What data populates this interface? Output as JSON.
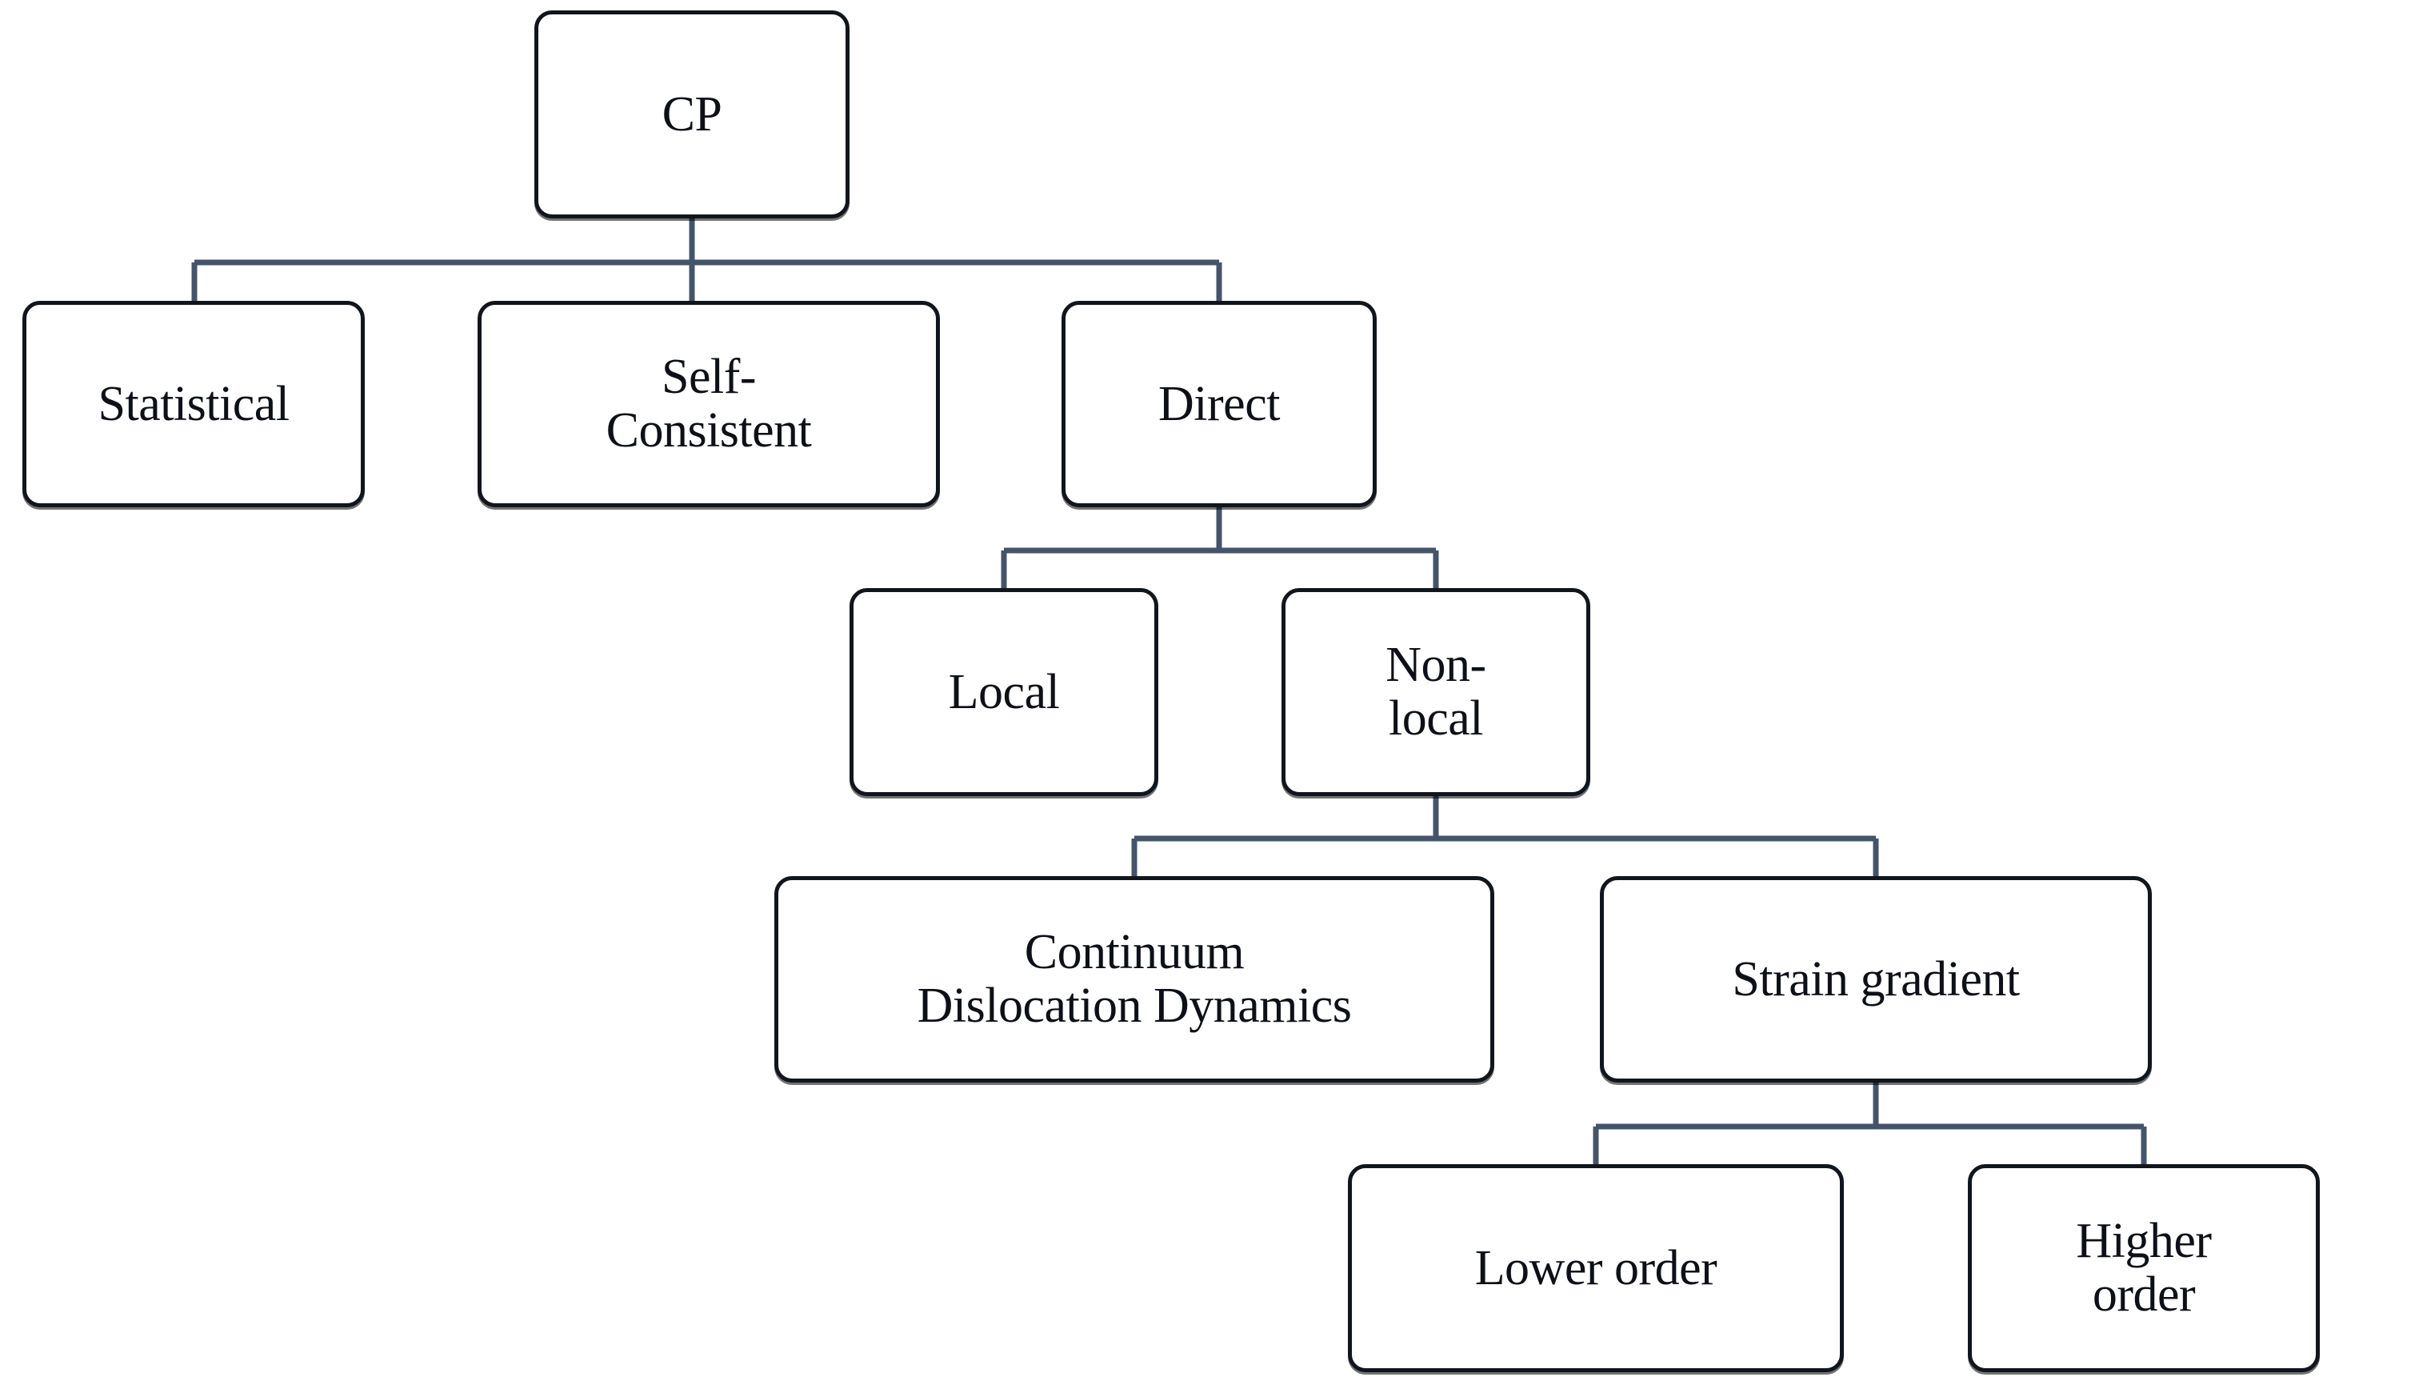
{
  "diagram": {
    "type": "hierarchy-tree",
    "title": "CP",
    "line_color": "#44546a",
    "node_border_color": "#11161d",
    "node_fill_color": "#ffffff",
    "text_color": "#0d1117",
    "background_color": "#ffffff"
  },
  "nodes": {
    "cp": {
      "label": "CP",
      "level": 0
    },
    "statistical": {
      "label": "Statistical",
      "level": 1
    },
    "self_consistent": {
      "label": "Self-\nConsistent",
      "level": 1
    },
    "direct": {
      "label": "Direct",
      "level": 1
    },
    "local": {
      "label": "Local",
      "level": 2
    },
    "nonlocal": {
      "label": "Non-\nlocal",
      "level": 2
    },
    "continuum_dislocation_dynamics": {
      "label": "Continuum\nDislocation Dynamics",
      "level": 3
    },
    "strain_gradient": {
      "label": "Strain gradient",
      "level": 3
    },
    "lower_order": {
      "label": "Lower order",
      "level": 4
    },
    "higher_order": {
      "label": "Higher\norder",
      "level": 4
    }
  },
  "edges": [
    {
      "from": "cp",
      "to": "statistical"
    },
    {
      "from": "cp",
      "to": "self_consistent"
    },
    {
      "from": "cp",
      "to": "direct"
    },
    {
      "from": "direct",
      "to": "local"
    },
    {
      "from": "direct",
      "to": "nonlocal"
    },
    {
      "from": "nonlocal",
      "to": "continuum_dislocation_dynamics"
    },
    {
      "from": "nonlocal",
      "to": "strain_gradient"
    },
    {
      "from": "strain_gradient",
      "to": "lower_order"
    },
    {
      "from": "strain_gradient",
      "to": "higher_order"
    }
  ]
}
